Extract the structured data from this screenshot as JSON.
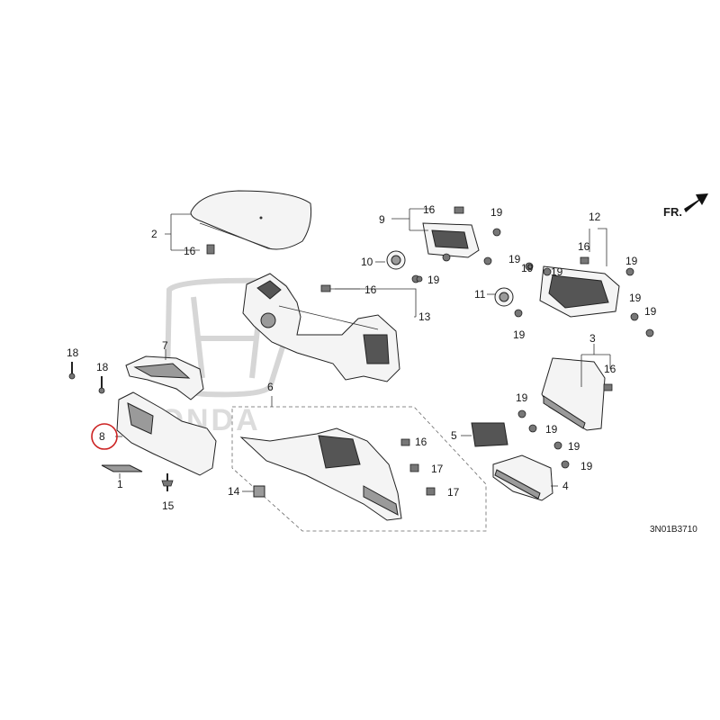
{
  "diagram": {
    "direction_label": "FR.",
    "ref_code": "3N01B3710",
    "watermark_text": "HONDA",
    "labels": {
      "p1": "1",
      "p2": "2",
      "p3": "3",
      "p4": "4",
      "p5": "5",
      "p6": "6",
      "p7": "7",
      "p8": "8",
      "p9": "9",
      "p10": "10",
      "p11": "11",
      "p12": "12",
      "p13": "13",
      "p14": "14",
      "p15": "15",
      "p16a": "16",
      "p16b": "16",
      "p16c": "16",
      "p16d": "16",
      "p16e": "16",
      "p16f": "16",
      "p17a": "17",
      "p17b": "17",
      "p18a": "18",
      "p18b": "18",
      "p19a": "19",
      "p19b": "19",
      "p19c": "19",
      "p19d": "19",
      "p19e": "19",
      "p19f": "19",
      "p19g": "19",
      "p19h": "19",
      "p19i": "19",
      "p19j": "19",
      "p19k": "19",
      "p19l": "19",
      "p19m": "19"
    },
    "highlight_color": "#cc2222"
  }
}
